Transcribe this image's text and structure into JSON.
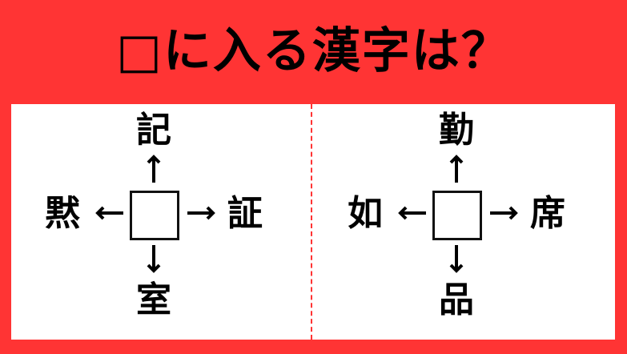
{
  "title": "□に入る漢字は？",
  "colors": {
    "background": "#ff3434",
    "panel": "#ffffff",
    "text": "#000000"
  },
  "puzzles": [
    {
      "top": "記",
      "left": "黙",
      "right": "証",
      "bottom": "室"
    },
    {
      "top": "勤",
      "left": "如",
      "right": "席",
      "bottom": "品"
    }
  ]
}
